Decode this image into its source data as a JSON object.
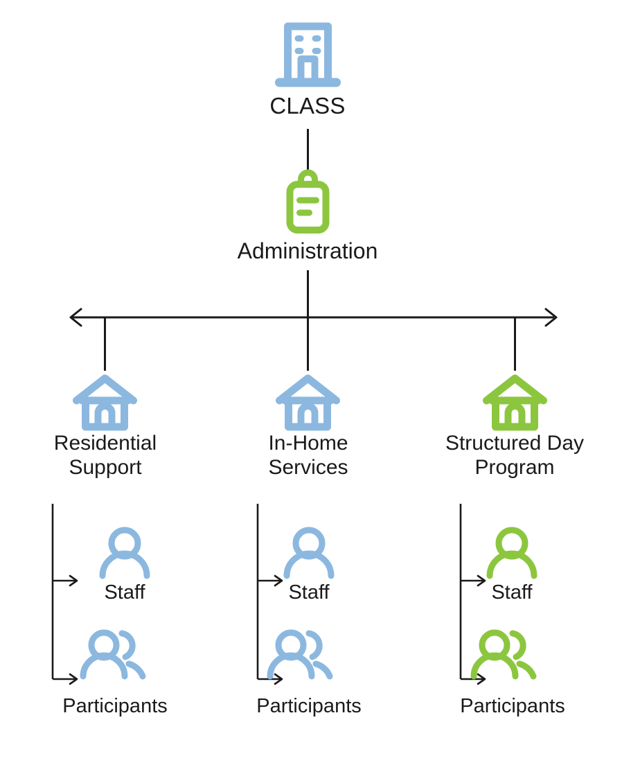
{
  "diagram": {
    "type": "organizational-hierarchy",
    "title_node": {
      "label": "CLASS",
      "icon": "building-icon",
      "color": "#8CB8DF"
    },
    "admin_node": {
      "label": "Administration",
      "icon": "clipboard-icon",
      "color": "#8CC63F"
    },
    "branches": [
      {
        "label": "Residential\nSupport",
        "icon": "house-icon",
        "color": "#8CB8DF",
        "children": [
          {
            "label": "Staff",
            "icon": "person-icon",
            "color": "#8CB8DF"
          },
          {
            "label": "Participants",
            "icon": "people-icon",
            "color": "#8CB8DF"
          }
        ]
      },
      {
        "label": "In-Home\nServices",
        "icon": "house-icon",
        "color": "#8CB8DF",
        "children": [
          {
            "label": "Staff",
            "icon": "person-icon",
            "color": "#8CB8DF"
          },
          {
            "label": "Participants",
            "icon": "people-icon",
            "color": "#8CB8DF"
          }
        ]
      },
      {
        "label": "Structured Day\nProgram",
        "icon": "house-icon",
        "color": "#8CC63F",
        "children": [
          {
            "label": "Staff",
            "icon": "person-icon",
            "color": "#8CC63F"
          },
          {
            "label": "Participants",
            "icon": "people-icon",
            "color": "#8CC63F"
          }
        ]
      }
    ],
    "connector_color": "#1a1a1a",
    "background_color": "#ffffff"
  }
}
